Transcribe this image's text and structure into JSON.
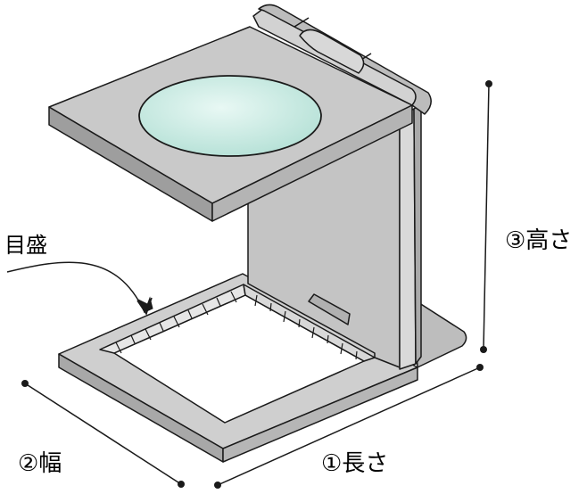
{
  "labels": {
    "scale": "目盛",
    "length": "①長さ",
    "width": "②幅",
    "height": "③高さ"
  },
  "colors": {
    "metal": "#c9c9c9",
    "metal_light": "#dedede",
    "metal_dark": "#9a9a9a",
    "outline": "#1a1a1a",
    "lens": "#cdeee7",
    "background": "#ffffff"
  },
  "icons": {
    "device": "folding-magnifier-loupe"
  }
}
